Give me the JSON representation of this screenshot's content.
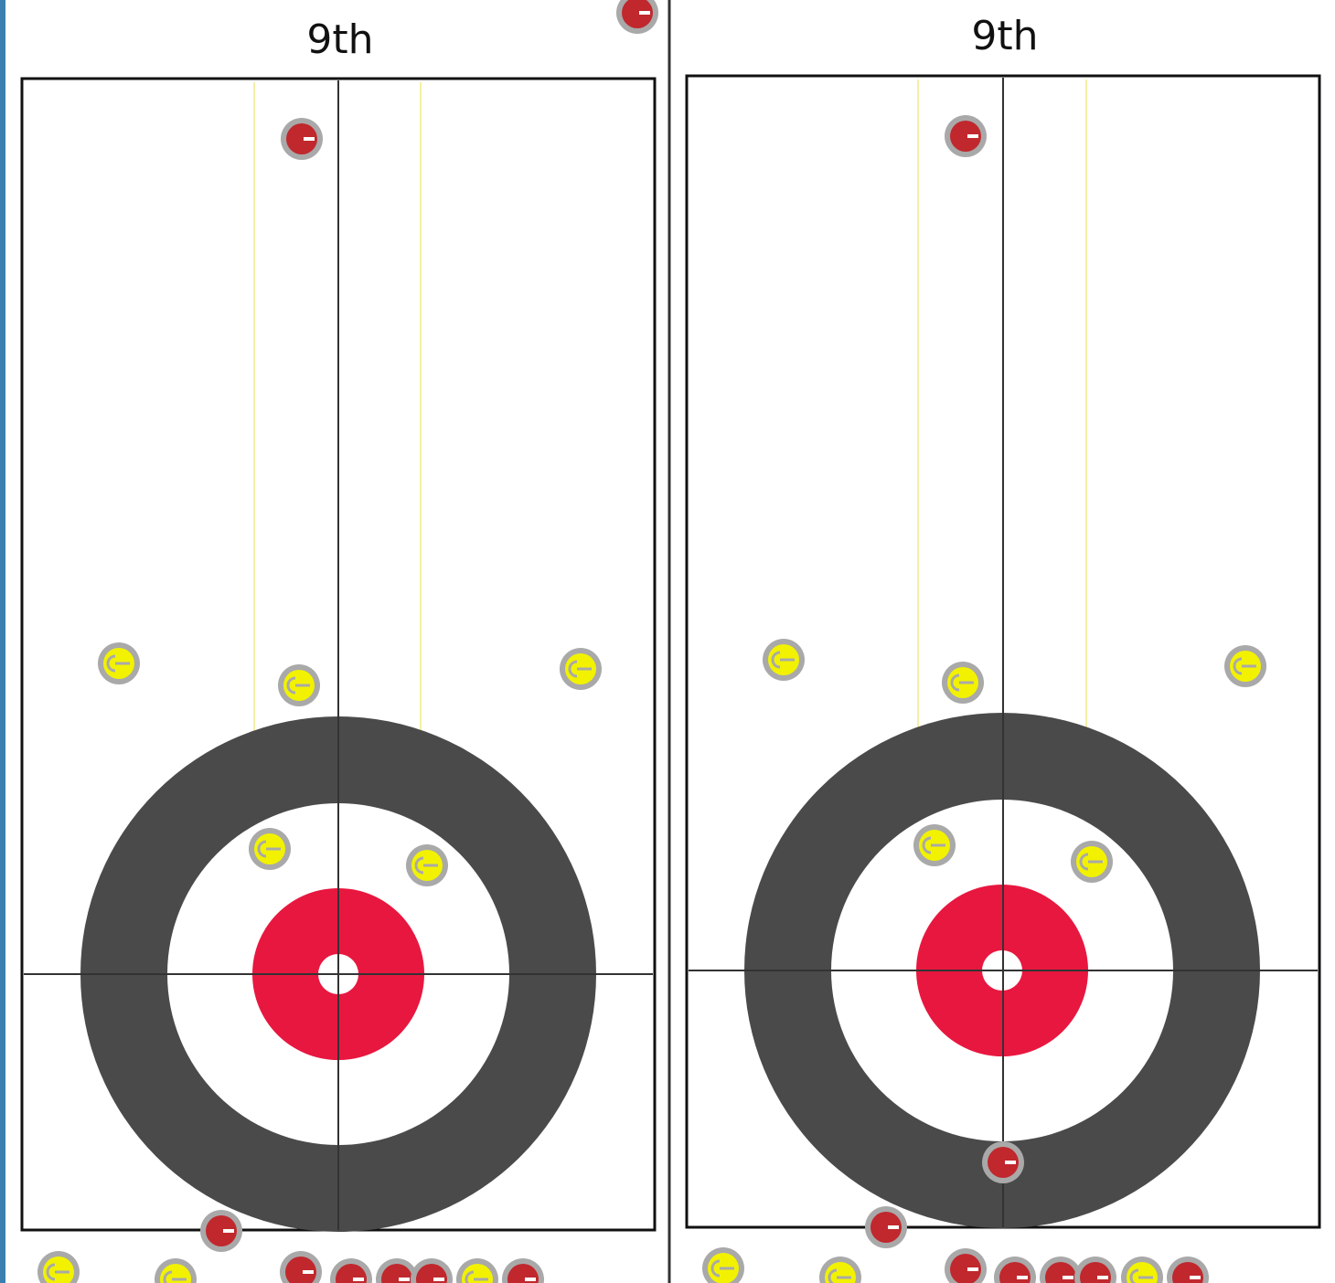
{
  "colors": {
    "background": "#ffffff",
    "sheet_border": "#111111",
    "center_line": "#333333",
    "guide_line": "#f4f0a6",
    "twelve_foot_ring": "#4a4a4a",
    "four_foot_ring": "#e8173f",
    "button": "#ffffff",
    "separator": "#333333",
    "left_edge_accent": "#3a7fb0",
    "stone_red": "#c0282d",
    "stone_yellow": "#f2f200",
    "stone_rim": "#a9a9a9"
  },
  "panels": [
    {
      "id": "left",
      "title": "9th",
      "stones_in_play": [
        {
          "team": "red",
          "icon": "red-stone-icon"
        },
        {
          "team": "yellow",
          "icon": "yellow-stone-icon"
        },
        {
          "team": "yellow",
          "icon": "yellow-stone-icon"
        },
        {
          "team": "yellow",
          "icon": "yellow-stone-icon"
        },
        {
          "team": "yellow",
          "icon": "yellow-stone-icon"
        },
        {
          "team": "yellow",
          "icon": "yellow-stone-icon"
        },
        {
          "team": "red",
          "icon": "red-stone-icon"
        }
      ],
      "stones_in_queue": [
        "yellow",
        "yellow",
        "red",
        "red",
        "red",
        "red",
        "yellow",
        "red"
      ]
    },
    {
      "id": "right",
      "title": "9th",
      "stones_in_play": [
        {
          "team": "red",
          "icon": "red-stone-icon"
        },
        {
          "team": "yellow",
          "icon": "yellow-stone-icon"
        },
        {
          "team": "yellow",
          "icon": "yellow-stone-icon"
        },
        {
          "team": "yellow",
          "icon": "yellow-stone-icon"
        },
        {
          "team": "yellow",
          "icon": "yellow-stone-icon"
        },
        {
          "team": "yellow",
          "icon": "yellow-stone-icon"
        },
        {
          "team": "red",
          "icon": "red-stone-icon"
        },
        {
          "team": "red",
          "icon": "red-stone-icon"
        }
      ],
      "stones_in_queue": [
        "yellow",
        "yellow",
        "red",
        "red",
        "red",
        "red",
        "yellow",
        "red"
      ]
    }
  ]
}
